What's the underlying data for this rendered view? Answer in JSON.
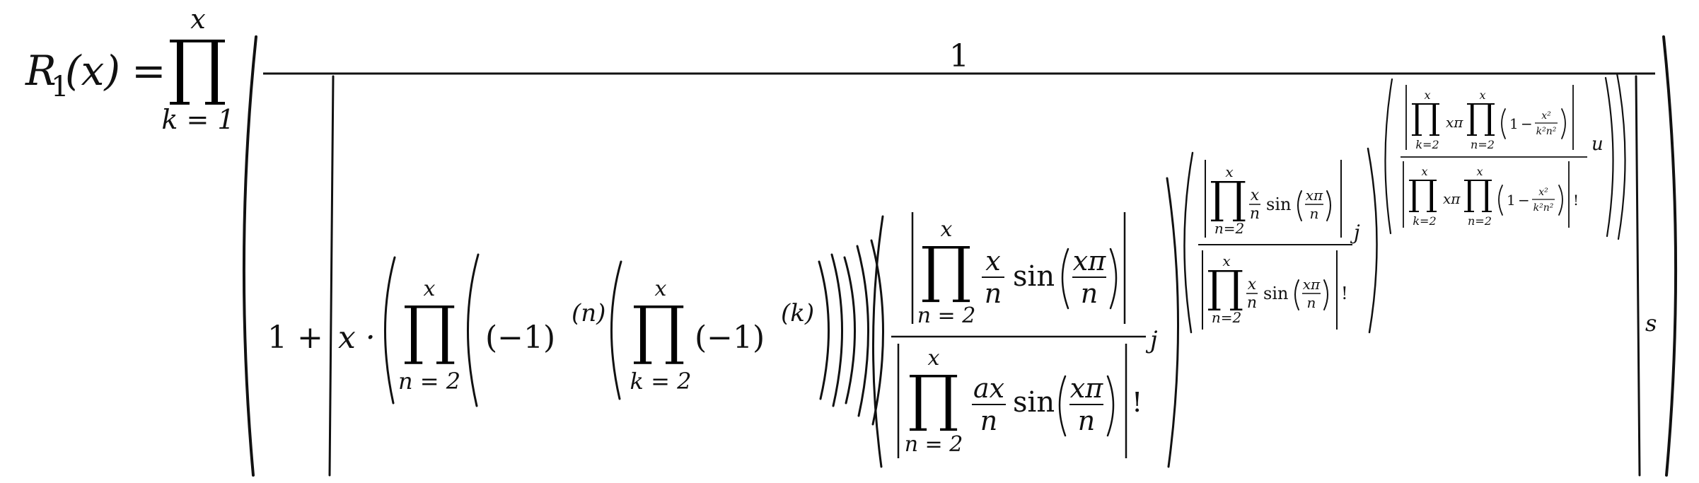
{
  "formula": {
    "lhs": {
      "R": "R",
      "sub": "1",
      "arg": "(x)",
      "eq": "="
    },
    "outer_product": {
      "upper": "x",
      "lower": "k = 1"
    },
    "numerator": "1",
    "one_plus": "1 +",
    "x_dot": "x ·",
    "neg_one": "(−1)",
    "exp_n": "(n)",
    "exp_k": "(k)",
    "prod_n2": {
      "upper": "x",
      "lower": "n = 2"
    },
    "prod_k2": {
      "upper": "x",
      "lower": "k = 2"
    },
    "frac_x_n": {
      "num": "x",
      "den": "n"
    },
    "frac_ax_n": {
      "num": "ax",
      "den": "n"
    },
    "sin": "sin",
    "frac_xpi_n": {
      "num": "xπ",
      "den": "n"
    },
    "factorial": "!",
    "exp_j": "j",
    "level2": {
      "prod_upper": "x",
      "prod_lower": "n=2",
      "exp": "j"
    },
    "level3": {
      "prod_k_lower": "k=2",
      "prod_n_lower": "n=2",
      "prod_upper": "x",
      "xpi": "xπ",
      "one": "1",
      "minus": "−",
      "frac_num": "x²",
      "frac_den": "k²n²",
      "exp": "u"
    },
    "exp_s": "s"
  }
}
